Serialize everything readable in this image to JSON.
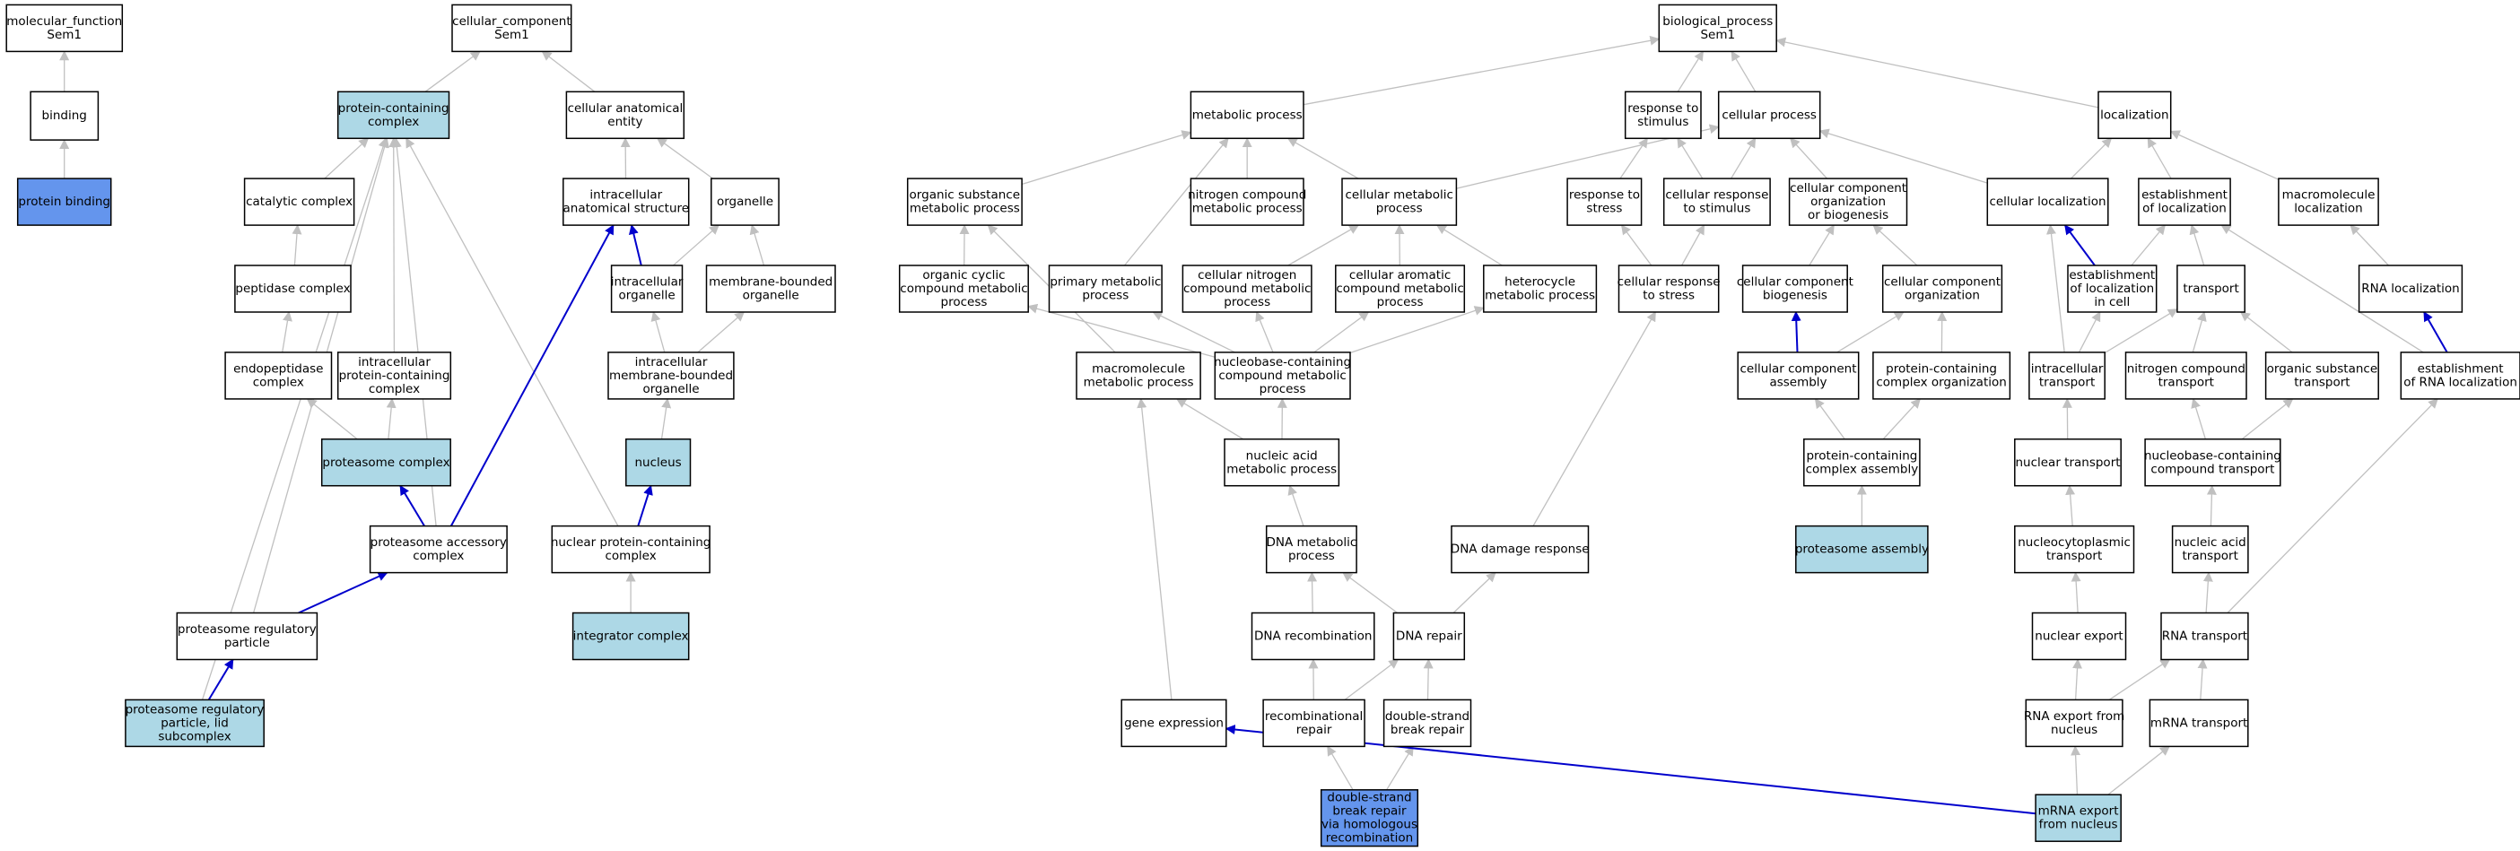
{
  "colors": {
    "plain": "#ffffff",
    "highlight_light": "#add8e6",
    "highlight_query": "#6495ed",
    "edge_grey": "#c0c0c0",
    "edge_blue": "#0000cc"
  },
  "nodes": {
    "mf_root": {
      "lines": [
        "molecular_function",
        "Sem1"
      ],
      "style": "plain"
    },
    "binding": {
      "lines": [
        "binding"
      ],
      "style": "plain"
    },
    "protein_binding": {
      "lines": [
        "protein binding"
      ],
      "style": "query"
    },
    "cc_root": {
      "lines": [
        "cellular_component",
        "Sem1"
      ],
      "style": "plain"
    },
    "pcc": {
      "lines": [
        "protein-containing",
        "complex"
      ],
      "style": "light"
    },
    "cae": {
      "lines": [
        "cellular anatomical",
        "entity"
      ],
      "style": "plain"
    },
    "catalytic": {
      "lines": [
        "catalytic complex"
      ],
      "style": "plain"
    },
    "ias": {
      "lines": [
        "intracellular",
        "anatomical structure"
      ],
      "style": "plain"
    },
    "organelle": {
      "lines": [
        "organelle"
      ],
      "style": "plain"
    },
    "peptidase": {
      "lines": [
        "peptidase complex"
      ],
      "style": "plain"
    },
    "intra_org": {
      "lines": [
        "intracellular",
        "organelle"
      ],
      "style": "plain"
    },
    "mbo": {
      "lines": [
        "membrane-bounded",
        "organelle"
      ],
      "style": "plain"
    },
    "endopep": {
      "lines": [
        "endopeptidase",
        "complex"
      ],
      "style": "plain"
    },
    "ipcc": {
      "lines": [
        "intracellular",
        "protein-containing",
        "complex"
      ],
      "style": "plain"
    },
    "imbo": {
      "lines": [
        "intracellular",
        "membrane-bounded",
        "organelle"
      ],
      "style": "plain"
    },
    "proteasome": {
      "lines": [
        "proteasome complex"
      ],
      "style": "light"
    },
    "nucleus": {
      "lines": [
        "nucleus"
      ],
      "style": "light"
    },
    "pac": {
      "lines": [
        "proteasome accessory",
        "complex"
      ],
      "style": "plain"
    },
    "npcc": {
      "lines": [
        "nuclear protein-containing",
        "complex"
      ],
      "style": "plain"
    },
    "prp": {
      "lines": [
        "proteasome regulatory",
        "particle"
      ],
      "style": "plain"
    },
    "integrator": {
      "lines": [
        "integrator complex"
      ],
      "style": "light"
    },
    "prpl": {
      "lines": [
        "proteasome regulatory",
        "particle, lid",
        "subcomplex"
      ],
      "style": "light"
    },
    "bp_root": {
      "lines": [
        "biological_process",
        "Sem1"
      ],
      "style": "plain"
    },
    "metabolic": {
      "lines": [
        "metabolic process"
      ],
      "style": "plain"
    },
    "rts": {
      "lines": [
        "response to",
        "stimulus"
      ],
      "style": "plain"
    },
    "cellular_process": {
      "lines": [
        "cellular process"
      ],
      "style": "plain"
    },
    "localization": {
      "lines": [
        "localization"
      ],
      "style": "plain"
    },
    "osmp": {
      "lines": [
        "organic substance",
        "metabolic process"
      ],
      "style": "plain"
    },
    "ncmp": {
      "lines": [
        "nitrogen compound",
        "metabolic process"
      ],
      "style": "plain"
    },
    "cmp": {
      "lines": [
        "cellular metabolic",
        "process"
      ],
      "style": "plain"
    },
    "rtstress": {
      "lines": [
        "response to",
        "stress"
      ],
      "style": "plain"
    },
    "crts": {
      "lines": [
        "cellular response",
        "to stimulus"
      ],
      "style": "plain"
    },
    "ccob": {
      "lines": [
        "cellular component",
        "organization",
        "or biogenesis"
      ],
      "style": "plain"
    },
    "cell_loc": {
      "lines": [
        "cellular localization"
      ],
      "style": "plain"
    },
    "eol": {
      "lines": [
        "establishment",
        "of localization"
      ],
      "style": "plain"
    },
    "macro_loc": {
      "lines": [
        "macromolecule",
        "localization"
      ],
      "style": "plain"
    },
    "occmp": {
      "lines": [
        "organic cyclic",
        "compound metabolic",
        "process"
      ],
      "style": "plain"
    },
    "pmp": {
      "lines": [
        "primary metabolic",
        "process"
      ],
      "style": "plain"
    },
    "cncmp": {
      "lines": [
        "cellular nitrogen",
        "compound metabolic",
        "process"
      ],
      "style": "plain"
    },
    "cacmp": {
      "lines": [
        "cellular aromatic",
        "compound metabolic",
        "process"
      ],
      "style": "plain"
    },
    "hmp": {
      "lines": [
        "heterocycle",
        "metabolic process"
      ],
      "style": "plain"
    },
    "crstress": {
      "lines": [
        "cellular response",
        "to stress"
      ],
      "style": "plain"
    },
    "ccb": {
      "lines": [
        "cellular component",
        "biogenesis"
      ],
      "style": "plain"
    },
    "cco": {
      "lines": [
        "cellular component",
        "organization"
      ],
      "style": "plain"
    },
    "eolic": {
      "lines": [
        "establishment",
        "of localization",
        "in cell"
      ],
      "style": "plain"
    },
    "transport": {
      "lines": [
        "transport"
      ],
      "style": "plain"
    },
    "rna_loc": {
      "lines": [
        "RNA localization"
      ],
      "style": "plain"
    },
    "mmp": {
      "lines": [
        "macromolecule",
        "metabolic process"
      ],
      "style": "plain"
    },
    "nccmp": {
      "lines": [
        "nucleobase-containing",
        "compound metabolic",
        "process"
      ],
      "style": "plain"
    },
    "cca": {
      "lines": [
        "cellular component",
        "assembly"
      ],
      "style": "plain"
    },
    "pcco": {
      "lines": [
        "protein-containing",
        "complex organization"
      ],
      "style": "plain"
    },
    "intra_transport": {
      "lines": [
        "intracellular",
        "transport"
      ],
      "style": "plain"
    },
    "nct": {
      "lines": [
        "nitrogen compound",
        "transport"
      ],
      "style": "plain"
    },
    "ost": {
      "lines": [
        "organic substance",
        "transport"
      ],
      "style": "plain"
    },
    "eorl": {
      "lines": [
        "establishment",
        "of RNA localization"
      ],
      "style": "plain"
    },
    "namp": {
      "lines": [
        "nucleic acid",
        "metabolic process"
      ],
      "style": "plain"
    },
    "pcca": {
      "lines": [
        "protein-containing",
        "complex assembly"
      ],
      "style": "plain"
    },
    "nuclear_transport": {
      "lines": [
        "nuclear transport"
      ],
      "style": "plain"
    },
    "ncct": {
      "lines": [
        "nucleobase-containing",
        "compound transport"
      ],
      "style": "plain"
    },
    "dna_mp": {
      "lines": [
        "DNA metabolic",
        "process"
      ],
      "style": "plain"
    },
    "dna_damage": {
      "lines": [
        "DNA damage response"
      ],
      "style": "plain"
    },
    "proteasome_assembly": {
      "lines": [
        "proteasome assembly"
      ],
      "style": "light"
    },
    "ncyt": {
      "lines": [
        "nucleocytoplasmic",
        "transport"
      ],
      "style": "plain"
    },
    "nat": {
      "lines": [
        "nucleic acid",
        "transport"
      ],
      "style": "plain"
    },
    "dna_recomb": {
      "lines": [
        "DNA recombination"
      ],
      "style": "plain"
    },
    "dna_repair": {
      "lines": [
        "DNA repair"
      ],
      "style": "plain"
    },
    "nuclear_export": {
      "lines": [
        "nuclear export"
      ],
      "style": "plain"
    },
    "rna_transport": {
      "lines": [
        "RNA transport"
      ],
      "style": "plain"
    },
    "gene_expr": {
      "lines": [
        "gene expression"
      ],
      "style": "plain"
    },
    "recomb_repair": {
      "lines": [
        "recombinational",
        "repair"
      ],
      "style": "plain"
    },
    "dsbr": {
      "lines": [
        "double-strand",
        "break repair"
      ],
      "style": "plain"
    },
    "rna_export": {
      "lines": [
        "RNA export from",
        "nucleus"
      ],
      "style": "plain"
    },
    "mrna_transport": {
      "lines": [
        "mRNA transport"
      ],
      "style": "plain"
    },
    "dsbr_hr": {
      "lines": [
        "double-strand",
        "break repair",
        "via homologous",
        "recombination"
      ],
      "style": "query"
    },
    "mrna_export": {
      "lines": [
        "mRNA export",
        "from nucleus"
      ],
      "style": "light"
    }
  },
  "edges": [
    {
      "from": "binding",
      "to": "mf_root",
      "kind": "grey"
    },
    {
      "from": "protein_binding",
      "to": "binding",
      "kind": "grey"
    },
    {
      "from": "pcc",
      "to": "cc_root",
      "kind": "grey"
    },
    {
      "from": "cae",
      "to": "cc_root",
      "kind": "grey"
    },
    {
      "from": "catalytic",
      "to": "pcc",
      "kind": "grey"
    },
    {
      "from": "ipcc",
      "to": "pcc",
      "kind": "grey"
    },
    {
      "from": "pac",
      "to": "pcc",
      "kind": "grey"
    },
    {
      "from": "prp",
      "to": "pcc",
      "kind": "grey"
    },
    {
      "from": "prpl",
      "to": "pcc",
      "kind": "grey"
    },
    {
      "from": "npcc",
      "to": "pcc",
      "kind": "grey"
    },
    {
      "from": "ias",
      "to": "cae",
      "kind": "grey"
    },
    {
      "from": "organelle",
      "to": "cae",
      "kind": "grey"
    },
    {
      "from": "peptidase",
      "to": "catalytic",
      "kind": "grey"
    },
    {
      "from": "endopep",
      "to": "peptidase",
      "kind": "grey"
    },
    {
      "from": "proteasome",
      "to": "endopep",
      "kind": "grey"
    },
    {
      "from": "proteasome",
      "to": "ipcc",
      "kind": "grey"
    },
    {
      "from": "intra_org",
      "to": "organelle",
      "kind": "grey"
    },
    {
      "from": "mbo",
      "to": "organelle",
      "kind": "grey"
    },
    {
      "from": "imbo",
      "to": "intra_org",
      "kind": "grey"
    },
    {
      "from": "imbo",
      "to": "mbo",
      "kind": "grey"
    },
    {
      "from": "nucleus",
      "to": "imbo",
      "kind": "grey"
    },
    {
      "from": "integrator",
      "to": "npcc",
      "kind": "grey"
    },
    {
      "from": "intra_org",
      "to": "ias",
      "kind": "blue"
    },
    {
      "from": "pac",
      "to": "ias",
      "kind": "blue"
    },
    {
      "from": "pac",
      "to": "proteasome",
      "kind": "blue"
    },
    {
      "from": "prp",
      "to": "pac",
      "kind": "blue"
    },
    {
      "from": "prpl",
      "to": "prp",
      "kind": "blue"
    },
    {
      "from": "npcc",
      "to": "nucleus",
      "kind": "blue"
    },
    {
      "from": "metabolic",
      "to": "bp_root",
      "kind": "grey"
    },
    {
      "from": "rts",
      "to": "bp_root",
      "kind": "grey"
    },
    {
      "from": "cellular_process",
      "to": "bp_root",
      "kind": "grey"
    },
    {
      "from": "localization",
      "to": "bp_root",
      "kind": "grey"
    },
    {
      "from": "osmp",
      "to": "metabolic",
      "kind": "grey"
    },
    {
      "from": "ncmp",
      "to": "metabolic",
      "kind": "grey"
    },
    {
      "from": "cmp",
      "to": "metabolic",
      "kind": "grey"
    },
    {
      "from": "pmp",
      "to": "metabolic",
      "kind": "grey"
    },
    {
      "from": "cmp",
      "to": "cellular_process",
      "kind": "grey"
    },
    {
      "from": "rtstress",
      "to": "rts",
      "kind": "grey"
    },
    {
      "from": "crts",
      "to": "rts",
      "kind": "grey"
    },
    {
      "from": "crts",
      "to": "cellular_process",
      "kind": "grey"
    },
    {
      "from": "ccob",
      "to": "cellular_process",
      "kind": "grey"
    },
    {
      "from": "cell_loc",
      "to": "cellular_process",
      "kind": "grey"
    },
    {
      "from": "cell_loc",
      "to": "localization",
      "kind": "grey"
    },
    {
      "from": "eol",
      "to": "localization",
      "kind": "grey"
    },
    {
      "from": "macro_loc",
      "to": "localization",
      "kind": "grey"
    },
    {
      "from": "occmp",
      "to": "osmp",
      "kind": "grey"
    },
    {
      "from": "cncmp",
      "to": "cmp",
      "kind": "grey"
    },
    {
      "from": "cacmp",
      "to": "cmp",
      "kind": "grey"
    },
    {
      "from": "hmp",
      "to": "cmp",
      "kind": "grey"
    },
    {
      "from": "crstress",
      "to": "rtstress",
      "kind": "grey"
    },
    {
      "from": "crstress",
      "to": "crts",
      "kind": "grey"
    },
    {
      "from": "ccb",
      "to": "ccob",
      "kind": "grey"
    },
    {
      "from": "cco",
      "to": "ccob",
      "kind": "grey"
    },
    {
      "from": "eolic",
      "to": "eol",
      "kind": "grey"
    },
    {
      "from": "transport",
      "to": "eol",
      "kind": "grey"
    },
    {
      "from": "rna_loc",
      "to": "macro_loc",
      "kind": "grey"
    },
    {
      "from": "mmp",
      "to": "osmp",
      "kind": "grey"
    },
    {
      "from": "nccmp",
      "to": "occmp",
      "kind": "grey"
    },
    {
      "from": "nccmp",
      "to": "pmp",
      "kind": "grey"
    },
    {
      "from": "nccmp",
      "to": "cncmp",
      "kind": "grey"
    },
    {
      "from": "nccmp",
      "to": "cacmp",
      "kind": "grey"
    },
    {
      "from": "nccmp",
      "to": "hmp",
      "kind": "grey"
    },
    {
      "from": "cca",
      "to": "cco",
      "kind": "grey"
    },
    {
      "from": "pcco",
      "to": "cco",
      "kind": "grey"
    },
    {
      "from": "intra_transport",
      "to": "cell_loc",
      "kind": "grey"
    },
    {
      "from": "intra_transport",
      "to": "eolic",
      "kind": "grey"
    },
    {
      "from": "intra_transport",
      "to": "transport",
      "kind": "grey"
    },
    {
      "from": "nct",
      "to": "transport",
      "kind": "grey"
    },
    {
      "from": "ost",
      "to": "transport",
      "kind": "grey"
    },
    {
      "from": "eorl",
      "to": "eol",
      "kind": "grey"
    },
    {
      "from": "namp",
      "to": "mmp",
      "kind": "grey"
    },
    {
      "from": "namp",
      "to": "nccmp",
      "kind": "grey"
    },
    {
      "from": "pcca",
      "to": "cca",
      "kind": "grey"
    },
    {
      "from": "pcca",
      "to": "pcco",
      "kind": "grey"
    },
    {
      "from": "nuclear_transport",
      "to": "intra_transport",
      "kind": "grey"
    },
    {
      "from": "ncct",
      "to": "nct",
      "kind": "grey"
    },
    {
      "from": "ncct",
      "to": "ost",
      "kind": "grey"
    },
    {
      "from": "dna_mp",
      "to": "namp",
      "kind": "grey"
    },
    {
      "from": "dna_damage",
      "to": "crstress",
      "kind": "grey"
    },
    {
      "from": "proteasome_assembly",
      "to": "pcca",
      "kind": "grey"
    },
    {
      "from": "ncyt",
      "to": "nuclear_transport",
      "kind": "grey"
    },
    {
      "from": "nat",
      "to": "ncct",
      "kind": "grey"
    },
    {
      "from": "dna_recomb",
      "to": "dna_mp",
      "kind": "grey"
    },
    {
      "from": "dna_repair",
      "to": "dna_mp",
      "kind": "grey"
    },
    {
      "from": "dna_repair",
      "to": "dna_damage",
      "kind": "grey"
    },
    {
      "from": "nuclear_export",
      "to": "ncyt",
      "kind": "grey"
    },
    {
      "from": "rna_transport",
      "to": "nat",
      "kind": "grey"
    },
    {
      "from": "rna_transport",
      "to": "eorl",
      "kind": "grey"
    },
    {
      "from": "gene_expr",
      "to": "mmp",
      "kind": "grey"
    },
    {
      "from": "recomb_repair",
      "to": "dna_recomb",
      "kind": "grey"
    },
    {
      "from": "recomb_repair",
      "to": "dna_repair",
      "kind": "grey"
    },
    {
      "from": "dsbr",
      "to": "dna_repair",
      "kind": "grey"
    },
    {
      "from": "rna_export",
      "to": "nuclear_export",
      "kind": "grey"
    },
    {
      "from": "rna_export",
      "to": "rna_transport",
      "kind": "grey"
    },
    {
      "from": "mrna_transport",
      "to": "rna_transport",
      "kind": "grey"
    },
    {
      "from": "dsbr_hr",
      "to": "recomb_repair",
      "kind": "grey"
    },
    {
      "from": "dsbr_hr",
      "to": "dsbr",
      "kind": "grey"
    },
    {
      "from": "mrna_export",
      "to": "rna_export",
      "kind": "grey"
    },
    {
      "from": "mrna_export",
      "to": "mrna_transport",
      "kind": "grey"
    },
    {
      "from": "ccb",
      "to": "cca",
      "kind": "blue",
      "reverse": true
    },
    {
      "from": "eolic",
      "to": "cell_loc",
      "kind": "blue"
    },
    {
      "from": "eorl",
      "to": "rna_loc",
      "kind": "blue"
    },
    {
      "from": "mrna_export",
      "to": "gene_expr",
      "kind": "blue"
    }
  ]
}
